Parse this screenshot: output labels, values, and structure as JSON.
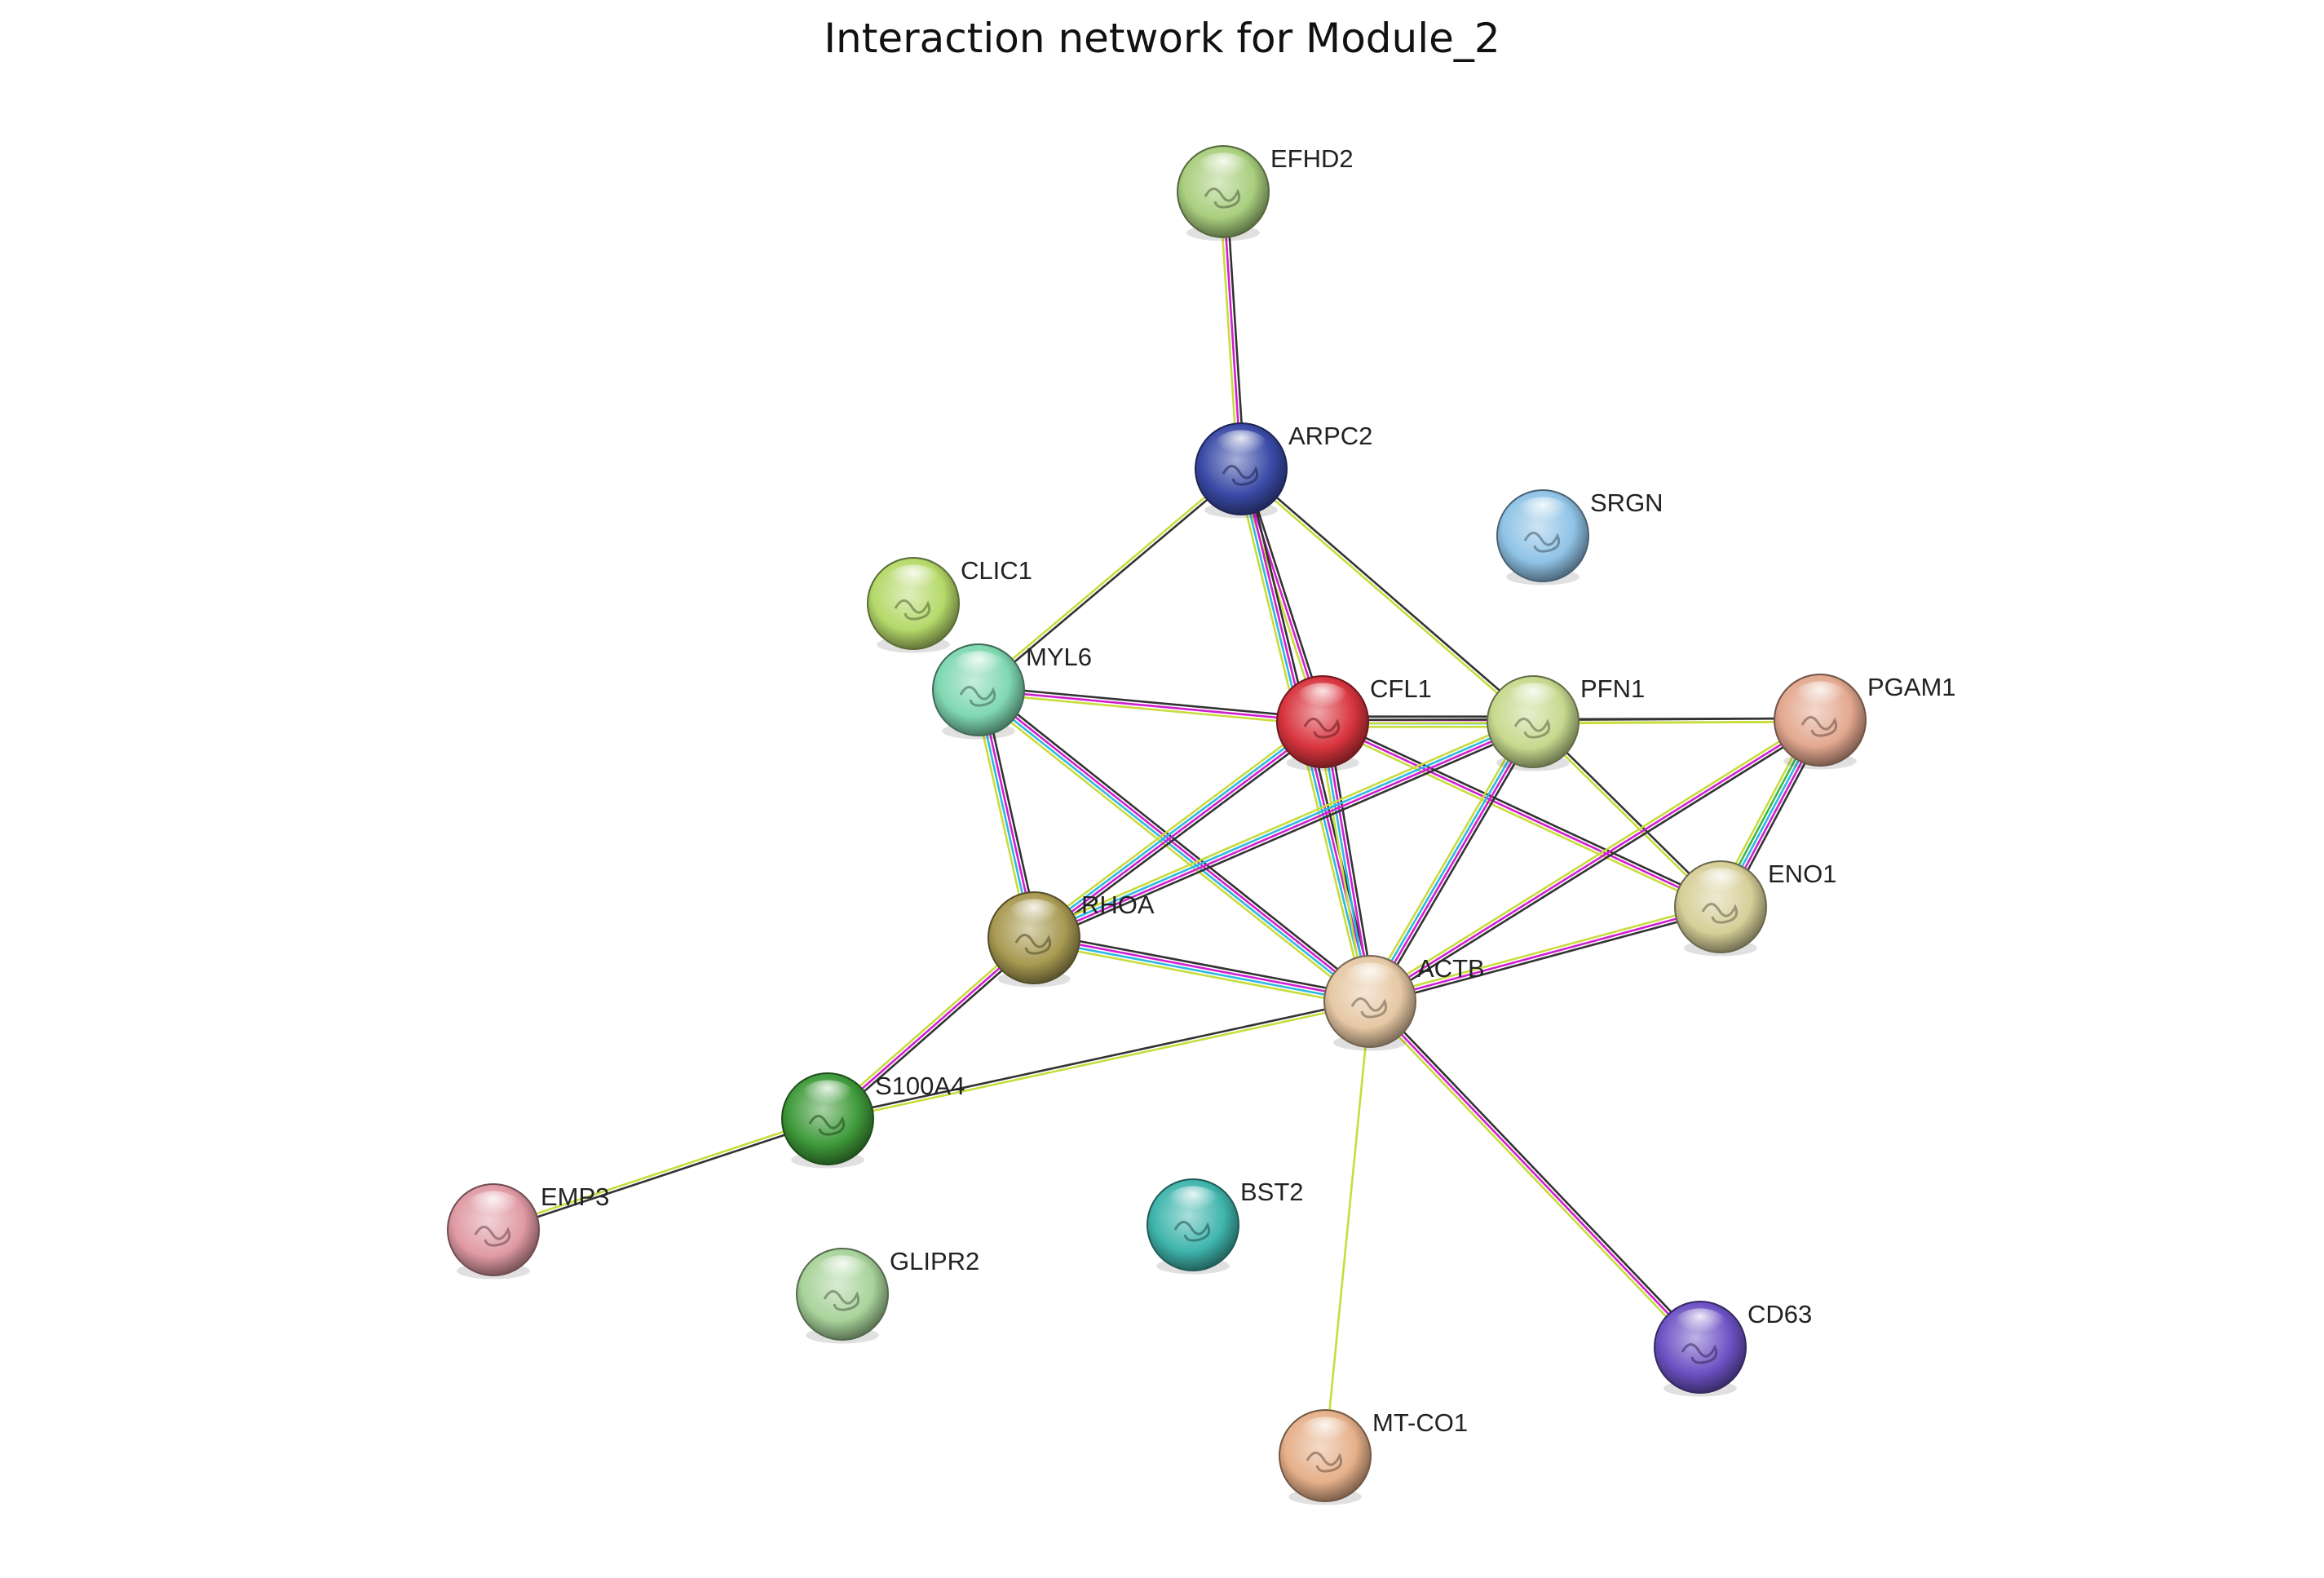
{
  "title": "Interaction network for Module_2",
  "nodes": [
    {
      "id": "EFHD2",
      "label": "EFHD2",
      "color": "#a9cf7e"
    },
    {
      "id": "ARPC2",
      "label": "ARPC2",
      "color": "#3a4aa6"
    },
    {
      "id": "SRGN",
      "label": "SRGN",
      "color": "#8fc3e6"
    },
    {
      "id": "CLIC1",
      "label": "CLIC1",
      "color": "#b5d96a"
    },
    {
      "id": "MYL6",
      "label": "MYL6",
      "color": "#7fd8b2"
    },
    {
      "id": "CFL1",
      "label": "CFL1",
      "color": "#d9343e"
    },
    {
      "id": "PFN1",
      "label": "PFN1",
      "color": "#c7d98e"
    },
    {
      "id": "PGAM1",
      "label": "PGAM1",
      "color": "#e3a88f"
    },
    {
      "id": "ENO1",
      "label": "ENO1",
      "color": "#d6cf98"
    },
    {
      "id": "RHOA",
      "label": "RHOA",
      "color": "#a89a52"
    },
    {
      "id": "ACTB",
      "label": "ACTB",
      "color": "#e6c8a4"
    },
    {
      "id": "S100A4",
      "label": "S100A4",
      "color": "#3f9a3a"
    },
    {
      "id": "EMP3",
      "label": "EMP3",
      "color": "#e09aa4"
    },
    {
      "id": "BST2",
      "label": "BST2",
      "color": "#3fb5ad"
    },
    {
      "id": "GLIPR2",
      "label": "GLIPR2",
      "color": "#a8d39a"
    },
    {
      "id": "CD63",
      "label": "CD63",
      "color": "#6c52c4"
    },
    {
      "id": "MT-CO1",
      "label": "MT-CO1",
      "color": "#e6b08a"
    }
  ],
  "edges": [
    {
      "source": "EFHD2",
      "target": "ARPC2",
      "colors": [
        "#333333",
        "#d01fd0",
        "#c8dc3c"
      ]
    },
    {
      "source": "ARPC2",
      "target": "MYL6",
      "colors": [
        "#333333",
        "#c8dc3c"
      ]
    },
    {
      "source": "ARPC2",
      "target": "CFL1",
      "colors": [
        "#333333",
        "#d01fd0",
        "#c8dc3c"
      ]
    },
    {
      "source": "ARPC2",
      "target": "ACTB",
      "colors": [
        "#333333",
        "#d01fd0",
        "#2fb8e0",
        "#c8dc3c"
      ]
    },
    {
      "source": "ARPC2",
      "target": "PFN1",
      "colors": [
        "#333333",
        "#c8dc3c"
      ]
    },
    {
      "source": "MYL6",
      "target": "CFL1",
      "colors": [
        "#333333",
        "#d01fd0",
        "#c8dc3c"
      ]
    },
    {
      "source": "MYL6",
      "target": "RHOA",
      "colors": [
        "#333333",
        "#d01fd0",
        "#2fb8e0",
        "#c8dc3c"
      ]
    },
    {
      "source": "MYL6",
      "target": "ACTB",
      "colors": [
        "#333333",
        "#d01fd0",
        "#2fb8e0",
        "#c8dc3c"
      ]
    },
    {
      "source": "CFL1",
      "target": "PFN1",
      "colors": [
        "#333333",
        "#d01fd0",
        "#2fb8e0",
        "#c8dc3c"
      ]
    },
    {
      "source": "CFL1",
      "target": "ACTB",
      "colors": [
        "#333333",
        "#d01fd0",
        "#2fb8e0",
        "#c8dc3c"
      ]
    },
    {
      "source": "CFL1",
      "target": "RHOA",
      "colors": [
        "#333333",
        "#d01fd0",
        "#2fb8e0",
        "#c8dc3c"
      ]
    },
    {
      "source": "CFL1",
      "target": "ENO1",
      "colors": [
        "#333333",
        "#d01fd0",
        "#c8dc3c"
      ]
    },
    {
      "source": "CFL1",
      "target": "PGAM1",
      "colors": [
        "#333333",
        "#c8dc3c"
      ]
    },
    {
      "source": "PFN1",
      "target": "PGAM1",
      "colors": [
        "#333333",
        "#c8dc3c"
      ]
    },
    {
      "source": "PFN1",
      "target": "ACTB",
      "colors": [
        "#333333",
        "#d01fd0",
        "#2fb8e0",
        "#c8dc3c"
      ]
    },
    {
      "source": "PFN1",
      "target": "RHOA",
      "colors": [
        "#333333",
        "#d01fd0",
        "#2fb8e0",
        "#c8dc3c"
      ]
    },
    {
      "source": "PFN1",
      "target": "ENO1",
      "colors": [
        "#333333",
        "#c8dc3c"
      ]
    },
    {
      "source": "PGAM1",
      "target": "ENO1",
      "colors": [
        "#333333",
        "#d01fd0",
        "#2fb8e0",
        "#3cb84a",
        "#c8dc3c"
      ]
    },
    {
      "source": "PGAM1",
      "target": "ACTB",
      "colors": [
        "#333333",
        "#d01fd0",
        "#c8dc3c"
      ]
    },
    {
      "source": "ENO1",
      "target": "ACTB",
      "colors": [
        "#333333",
        "#d01fd0",
        "#c8dc3c"
      ]
    },
    {
      "source": "RHOA",
      "target": "ACTB",
      "colors": [
        "#333333",
        "#d01fd0",
        "#2fb8e0",
        "#c8dc3c"
      ]
    },
    {
      "source": "RHOA",
      "target": "S100A4",
      "colors": [
        "#333333",
        "#d01fd0",
        "#c8dc3c"
      ]
    },
    {
      "source": "S100A4",
      "target": "ACTB",
      "colors": [
        "#333333",
        "#c8dc3c"
      ]
    },
    {
      "source": "S100A4",
      "target": "EMP3",
      "colors": [
        "#333333",
        "#c8dc3c"
      ]
    },
    {
      "source": "ACTB",
      "target": "CD63",
      "colors": [
        "#333333",
        "#d01fd0",
        "#c8dc3c"
      ]
    },
    {
      "source": "ACTB",
      "target": "MT-CO1",
      "colors": [
        "#c8dc3c"
      ]
    }
  ]
}
